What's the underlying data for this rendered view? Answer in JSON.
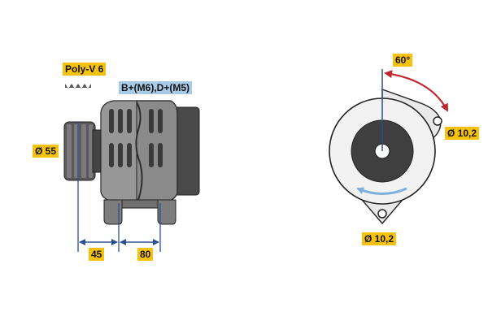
{
  "labels": {
    "belt_type": "Poly-V 6",
    "terminals": "B+(M6),D+(M5)",
    "pulley_diameter": "Ø 55",
    "dim_pulley_to_flange": "45",
    "dim_flange_to_flange": "80",
    "angle": "60°",
    "mount_hole_upper": "Ø 10,2",
    "mount_hole_lower": "Ø 10,2"
  },
  "colors": {
    "label_yellow": "#f5c20e",
    "label_blue": "#a9cbe8",
    "dimension_line": "#2a4f8f",
    "angle_arrow": "#c0262e",
    "rotation_arrow": "#7fb0dd",
    "body_dark": "#4a4a4a",
    "body_mid": "#8a8a8a"
  }
}
